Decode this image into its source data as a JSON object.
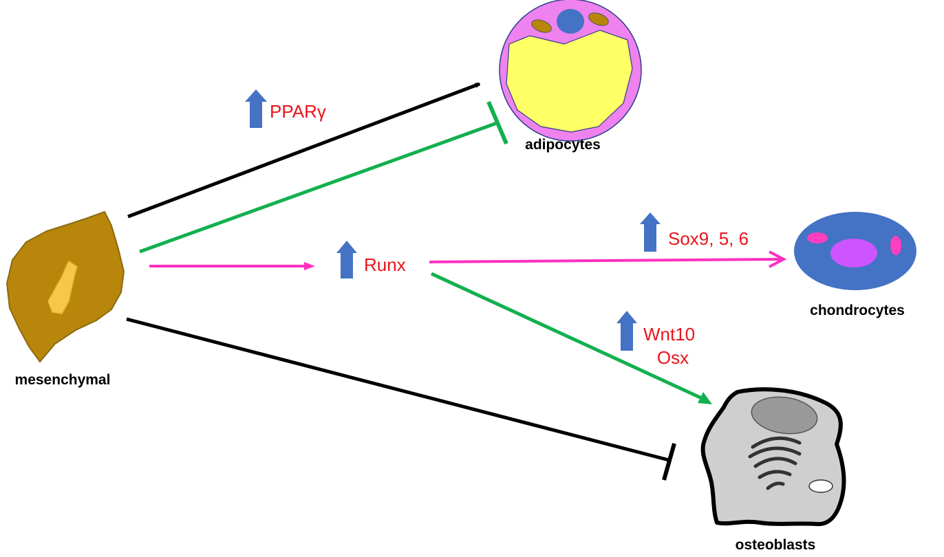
{
  "cells": {
    "mesenchymal": "mesenchymal",
    "adipocytes": "adipocytes",
    "chondrocytes": "chondrocytes",
    "osteoblasts": "osteoblasts"
  },
  "factors": {
    "pparg": "PPARγ",
    "runx": "Runx",
    "sox": "Sox9, 5, 6",
    "wnt10": "Wnt10",
    "osx": "Osx"
  },
  "colors": {
    "activation_black": "#000000",
    "inhibition_green": "#12b04f",
    "pink_pathway": "#ff2fc0",
    "factor_text": "#e8141c",
    "up_arrow": "#4472c4",
    "mesenchymal_cell": "#b8860b",
    "adipocyte_membrane": "#ee82ee",
    "lipid_droplet": "#ffff66",
    "chondrocyte_cell": "#4472c4",
    "osteoblast_cell": "#cfcfcf"
  },
  "icons": {
    "up_arrow": "up-arrow-icon",
    "activation": "arrowhead",
    "inhibition": "t-bar"
  }
}
